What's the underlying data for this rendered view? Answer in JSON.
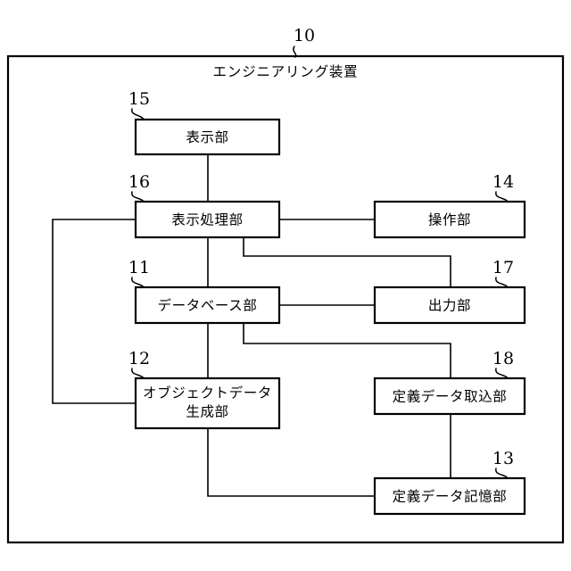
{
  "figure": {
    "frame": {
      "title": "エンジニアリング装置",
      "ref": "10"
    },
    "blocks": [
      {
        "ref": "15",
        "label_line1": "表示部",
        "label_line2": ""
      },
      {
        "ref": "16",
        "label_line1": "表示処理部",
        "label_line2": ""
      },
      {
        "ref": "11",
        "label_line1": "データベース部",
        "label_line2": ""
      },
      {
        "ref": "12",
        "label_line1": "オブジェクトデータ",
        "label_line2": "生成部"
      },
      {
        "ref": "14",
        "label_line1": "操作部",
        "label_line2": ""
      },
      {
        "ref": "17",
        "label_line1": "出力部",
        "label_line2": ""
      },
      {
        "ref": "18",
        "label_line1": "定義データ取込部",
        "label_line2": ""
      },
      {
        "ref": "13",
        "label_line1": "定義データ記憶部",
        "label_line2": ""
      }
    ],
    "connections": [
      "display-to-display-processing",
      "display-processing-to-database",
      "display-processing-to-operation",
      "display-processing-to-output",
      "display-processing-to-object-data-generation",
      "database-to-output",
      "database-to-object-data-generation",
      "database-to-definition-data-import",
      "definition-data-import-to-definition-data-storage",
      "object-data-generation-to-definition-data-storage"
    ],
    "colors": {
      "line": "#000000",
      "box_fill": "#ffffff",
      "background": "#ffffff"
    }
  }
}
